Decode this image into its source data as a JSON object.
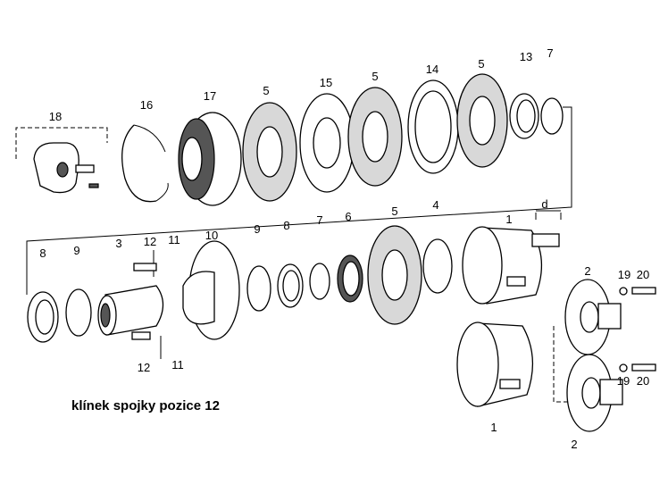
{
  "title": "Exploded clutch assembly diagram",
  "caption": "klínek spojky pozice 12",
  "labels": {
    "top_row": [
      "18",
      "16",
      "17",
      "5",
      "15",
      "5",
      "14",
      "5",
      "13",
      "7"
    ],
    "housing_top": [
      "1",
      "d"
    ],
    "middle_row": [
      "8",
      "9",
      "3",
      "12",
      "11",
      "10",
      "9",
      "8",
      "7",
      "6",
      "5",
      "4"
    ],
    "flange_top": [
      "2",
      "19",
      "20"
    ],
    "lower_keys": [
      "12",
      "11"
    ],
    "housing_bottom": "1",
    "flange_bottom": [
      "19",
      "20",
      "2"
    ]
  }
}
